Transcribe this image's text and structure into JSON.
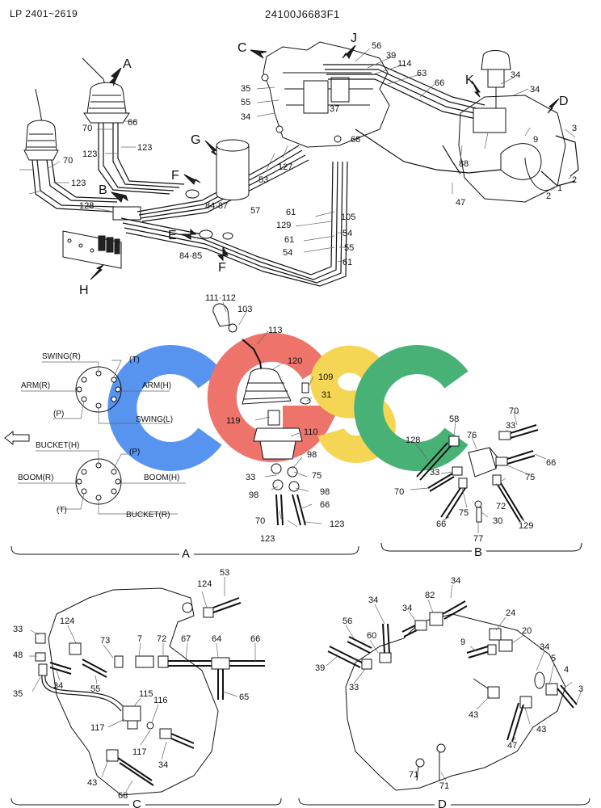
{
  "header": {
    "left": "LP 2401~2619",
    "center": "24100J6683F1"
  },
  "watermark": {
    "letters": [
      "C",
      "G",
      "S",
      "C"
    ],
    "colors": [
      "#4e8ff0",
      "#ee6c63",
      "#f5d44b",
      "#3fae6f"
    ]
  },
  "callouts": [
    "A",
    "B",
    "C",
    "D",
    "E",
    "F",
    "F",
    "G",
    "H",
    "J",
    "K"
  ],
  "sections": [
    "A",
    "B",
    "C",
    "D"
  ],
  "pattern_top": [
    "SWING(R)",
    "(T)",
    "ARM(R)",
    "ARM(H)",
    "(P)",
    "SWING(L)"
  ],
  "pattern_bottom": [
    "BUCKET(H)",
    "(P)",
    "BOOM(R)",
    "BOOM(H)",
    "(T)",
    "BUCKET(R)"
  ],
  "main_numbers": [
    "35",
    "55",
    "34",
    "56",
    "39",
    "114",
    "63",
    "66",
    "37",
    "68",
    "127",
    "53",
    "57",
    "66",
    "70",
    "123",
    "123",
    "70",
    "123",
    "128",
    "84·87",
    "84·85",
    "61",
    "129",
    "61",
    "54",
    "55",
    "61",
    "105",
    "54",
    "34",
    "34",
    "88",
    "47",
    "9",
    "3",
    "2",
    "1",
    "2"
  ],
  "detail_a_numbers": [
    "111·112",
    "103",
    "113",
    "120",
    "109",
    "31",
    "119",
    "110",
    "98",
    "33",
    "75",
    "98",
    "98",
    "70",
    "66",
    "123",
    "123"
  ],
  "detail_b_numbers": [
    "58",
    "33",
    "70",
    "128",
    "76",
    "66",
    "33",
    "75",
    "70",
    "72",
    "75",
    "66",
    "30",
    "129",
    "77"
  ],
  "detail_c_numbers": [
    "124",
    "53",
    "33",
    "124",
    "48",
    "73",
    "7",
    "72",
    "67",
    "64",
    "66",
    "34",
    "55",
    "35",
    "115",
    "116",
    "65",
    "117",
    "117",
    "34",
    "43",
    "68"
  ],
  "detail_d_numbers": [
    "34",
    "34",
    "82",
    "34",
    "56",
    "60",
    "24",
    "20",
    "39",
    "33",
    "9",
    "34",
    "5",
    "4",
    "3",
    "43",
    "43",
    "47",
    "71",
    "71"
  ],
  "colors": {
    "ink": "#111111",
    "paper": "#ffffff"
  }
}
